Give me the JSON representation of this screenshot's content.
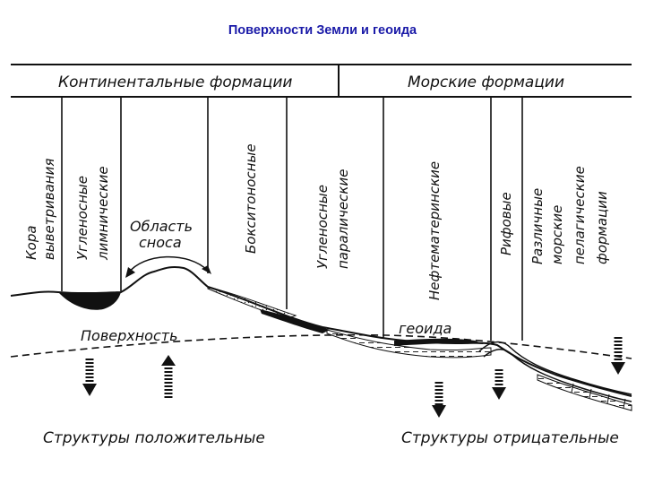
{
  "title": "Поверхности Земли и геоида",
  "diagram": {
    "header": {
      "continental": "Континентальные формации",
      "marine": "Морские формации"
    },
    "columns": {
      "c1_line1": "Кора",
      "c1_line2": "выветривания",
      "c2_line1": "Угленосные",
      "c2_line2": "лимнические",
      "c3": "Бокситоносные",
      "c4_line1": "Угленосные",
      "c4_line2": "паралические",
      "c5": "Нефтематеринские",
      "c6": "Рифовые",
      "c7_line1": "Различные",
      "c7_line2": "морские",
      "c7_line3": "пелагические",
      "c7_line4": "формации"
    },
    "labels": {
      "source_area_line1": "Область",
      "source_area_line2": "сноса",
      "surface_word": "Поверхность",
      "geoid_word": "геоида",
      "structures_positive": "Структуры положительные",
      "structures_negative": "Структуры отрицательные"
    }
  }
}
